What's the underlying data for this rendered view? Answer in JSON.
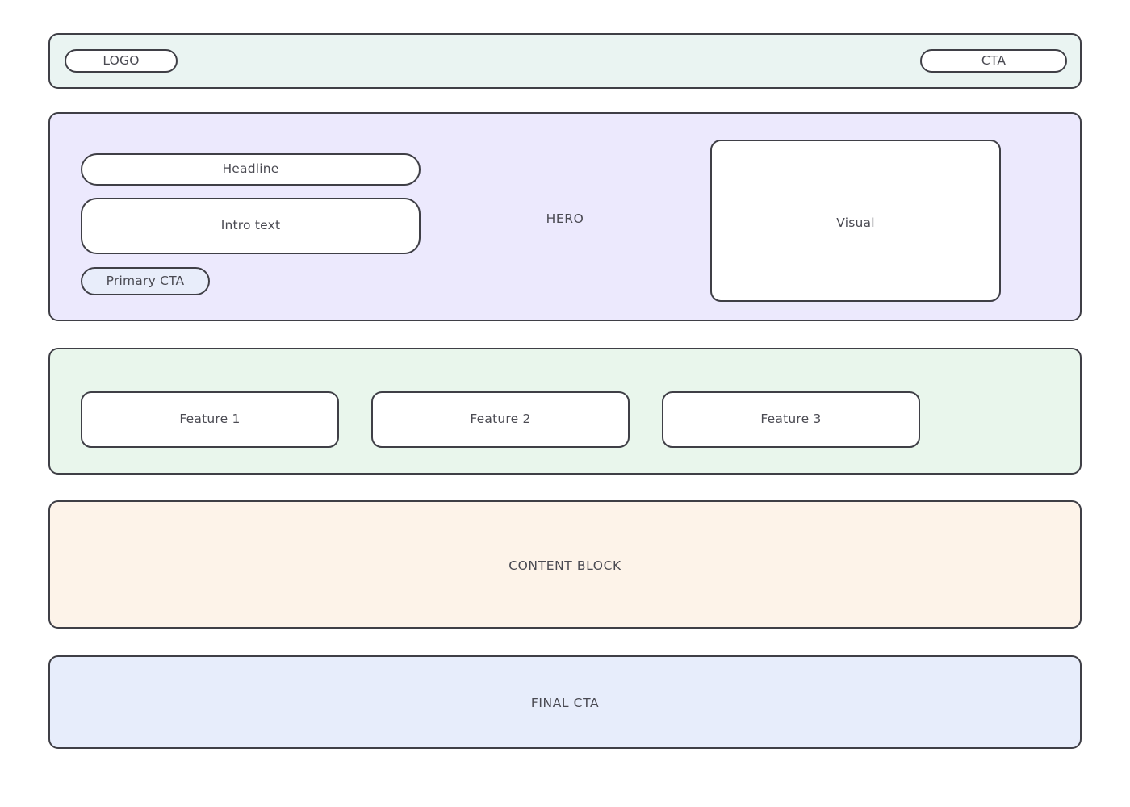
{
  "colors": {
    "page_background": "#ffffff",
    "outline": "#3f3f46",
    "text": "#4a4a52",
    "header_fill": "#eaf4f2",
    "hero_fill": "#ece9fd",
    "features_fill": "#e9f6ec",
    "content_fill": "#fdf3e9",
    "final_cta_fill": "#e7edfb",
    "primary_cta_fill": "#e8edfa",
    "card_fill": "#ffffff"
  },
  "header": {
    "logo_label": "LOGO",
    "cta_label": "CTA"
  },
  "hero": {
    "section_label": "HERO",
    "headline_label": "Headline",
    "intro_label": "Intro text",
    "primary_cta_label": "Primary CTA",
    "visual_label": "Visual"
  },
  "features": {
    "cards": [
      {
        "label": "Feature 1"
      },
      {
        "label": "Feature 2"
      },
      {
        "label": "Feature 3"
      }
    ]
  },
  "content_block": {
    "label": "CONTENT BLOCK"
  },
  "final_cta": {
    "label": "FINAL CTA"
  }
}
